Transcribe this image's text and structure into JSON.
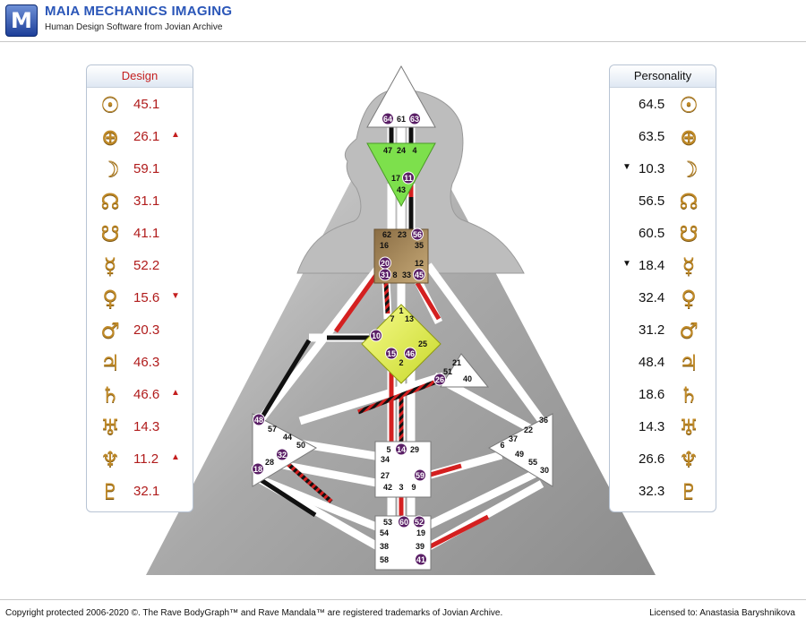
{
  "app": {
    "logo_letter": "M",
    "title": "MAIA MECHANICS IMAGING",
    "subtitle": "Human Design Software from Jovian Archive"
  },
  "design_panel": {
    "title": "Design",
    "rows": [
      {
        "planet": "sun-icon",
        "glyph": "☉",
        "value": "45.1",
        "arrow": ""
      },
      {
        "planet": "earth-icon",
        "glyph": "⊕",
        "value": "26.1",
        "arrow": "▲"
      },
      {
        "planet": "moon-icon",
        "glyph": "☽",
        "value": "59.1",
        "arrow": ""
      },
      {
        "planet": "north-node-icon",
        "glyph": "☊",
        "value": "31.1",
        "arrow": ""
      },
      {
        "planet": "south-node-icon",
        "glyph": "☋",
        "value": "41.1",
        "arrow": ""
      },
      {
        "planet": "mercury-icon",
        "glyph": "☿",
        "value": "52.2",
        "arrow": ""
      },
      {
        "planet": "venus-icon",
        "glyph": "♀",
        "value": "15.6",
        "arrow": "▼"
      },
      {
        "planet": "mars-icon",
        "glyph": "♂",
        "value": "20.3",
        "arrow": ""
      },
      {
        "planet": "jupiter-icon",
        "glyph": "♃",
        "value": "46.3",
        "arrow": ""
      },
      {
        "planet": "saturn-icon",
        "glyph": "♄",
        "value": "46.6",
        "arrow": "▲"
      },
      {
        "planet": "uranus-icon",
        "glyph": "♅",
        "value": "14.3",
        "arrow": ""
      },
      {
        "planet": "neptune-icon",
        "glyph": "♆",
        "value": "11.2",
        "arrow": "▲"
      },
      {
        "planet": "pluto-icon",
        "glyph": "♇",
        "value": "32.1",
        "arrow": ""
      }
    ]
  },
  "personality_panel": {
    "title": "Personality",
    "rows": [
      {
        "planet": "sun-icon",
        "glyph": "☉",
        "value": "64.5",
        "arrow": ""
      },
      {
        "planet": "earth-icon",
        "glyph": "⊕",
        "value": "63.5",
        "arrow": ""
      },
      {
        "planet": "moon-icon",
        "glyph": "☽",
        "value": "10.3",
        "arrow": "▼"
      },
      {
        "planet": "north-node-icon",
        "glyph": "☊",
        "value": "56.5",
        "arrow": ""
      },
      {
        "planet": "south-node-icon",
        "glyph": "☋",
        "value": "60.5",
        "arrow": ""
      },
      {
        "planet": "mercury-icon",
        "glyph": "☿",
        "value": "18.4",
        "arrow": "▼"
      },
      {
        "planet": "venus-icon",
        "glyph": "♀",
        "value": "32.4",
        "arrow": ""
      },
      {
        "planet": "mars-icon",
        "glyph": "♂",
        "value": "31.2",
        "arrow": ""
      },
      {
        "planet": "jupiter-icon",
        "glyph": "♃",
        "value": "48.4",
        "arrow": ""
      },
      {
        "planet": "saturn-icon",
        "glyph": "♄",
        "value": "18.6",
        "arrow": ""
      },
      {
        "planet": "uranus-icon",
        "glyph": "♅",
        "value": "14.3",
        "arrow": ""
      },
      {
        "planet": "neptune-icon",
        "glyph": "♆",
        "value": "26.6",
        "arrow": ""
      },
      {
        "planet": "pluto-icon",
        "glyph": "♇",
        "value": "32.3",
        "arrow": ""
      }
    ]
  },
  "bodygraph": {
    "head_gates": [
      "64",
      "61",
      "63"
    ],
    "ajna_gates": [
      "47",
      "24",
      "4",
      "17",
      "11",
      "43"
    ],
    "throat_gates": [
      "62",
      "23",
      "56",
      "16",
      "35",
      "20",
      "12",
      "31",
      "8",
      "33",
      "45"
    ],
    "g_gates": [
      "1",
      "7",
      "13",
      "10",
      "25",
      "15",
      "46",
      "2"
    ],
    "ego_gates": [
      "21",
      "51",
      "26",
      "40"
    ],
    "spleen_gates": [
      "48",
      "57",
      "44",
      "50",
      "32",
      "28",
      "18"
    ],
    "sacral_gates": [
      "5",
      "14",
      "29",
      "34",
      "59",
      "27",
      "42",
      "3",
      "9"
    ],
    "solar_plexus_gates": [
      "36",
      "22",
      "37",
      "6",
      "49",
      "55",
      "30"
    ],
    "root_gates": [
      "53",
      "60",
      "52",
      "54",
      "19",
      "38",
      "39",
      "58",
      "41"
    ],
    "activated_gates": [
      "64",
      "63",
      "11",
      "56",
      "20",
      "31",
      "45",
      "10",
      "15",
      "46",
      "26",
      "48",
      "32",
      "18",
      "14",
      "59",
      "60",
      "52",
      "41"
    ],
    "colors": {
      "design_red": "#d42020",
      "personality_black": "#111111",
      "head": "#ffffff",
      "ajna": "#7de04c",
      "throat": "#a98a5f",
      "g_center": "#e9f25a",
      "activated_gate": "#5a1f66",
      "silhouette": "#bdbdbd"
    }
  },
  "footer": {
    "copyright": "Copyright protected 2006-2020 ©. The Rave BodyGraph™ and Rave Mandala™ are registered trademarks of Jovian Archive.",
    "license": "Licensed to: Anastasia Baryshnikova"
  }
}
